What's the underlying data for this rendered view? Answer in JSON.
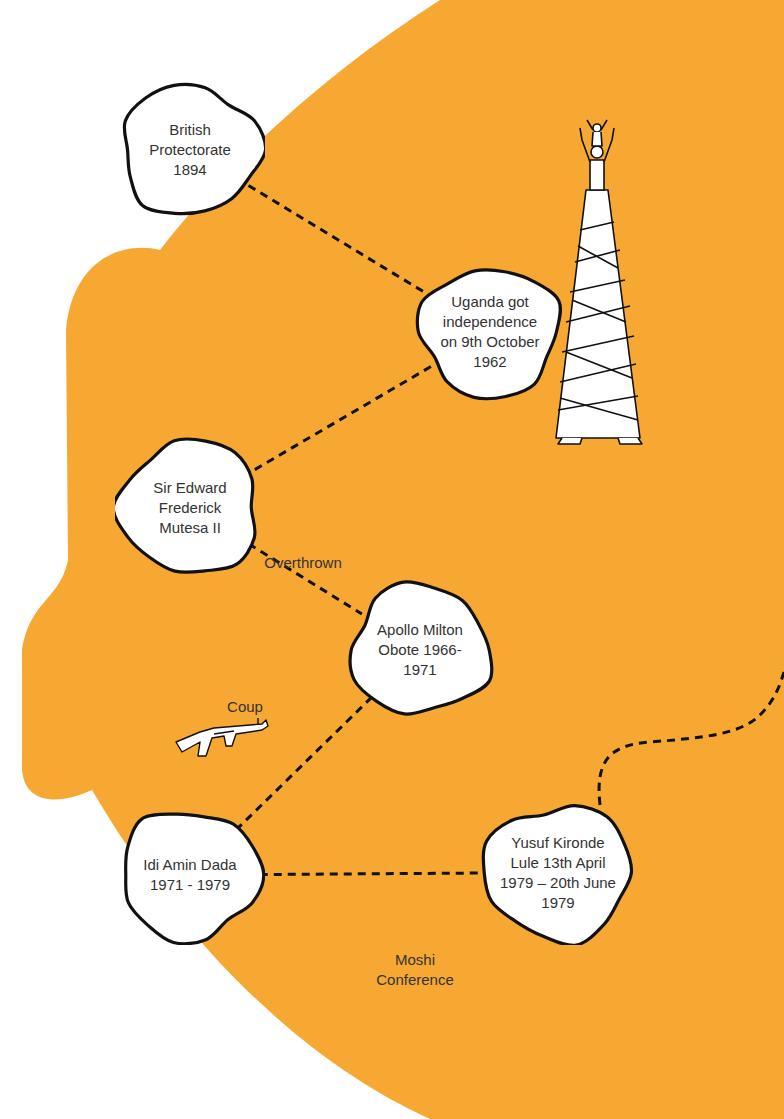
{
  "diagram": {
    "nodes": [
      {
        "text": [
          "British Protectorate 1894"
        ]
      },
      {
        "text": [
          "Uganda got independence on 9th October 1962"
        ]
      },
      {
        "text": [
          "Sir Edward Frederick Mutesa II"
        ]
      },
      {
        "text": [
          "Apollo Milton Obote 1966-1971"
        ]
      },
      {
        "text": [
          "Idi Amin Dada 1971 - 1979"
        ]
      },
      {
        "text": [
          "Yusuf Kironde Lule 13th April 1979 – 20th June 1979"
        ]
      }
    ],
    "edges": [
      {
        "from": 0,
        "to": 1,
        "arrow": "none"
      },
      {
        "from": 1,
        "to": 2,
        "arrow": "none"
      },
      {
        "from": 2,
        "to": 3,
        "label": "Overthrown",
        "arrow": "none"
      },
      {
        "from": 3,
        "to": 4,
        "label": "Coup",
        "arrow": "none"
      },
      {
        "from": 4,
        "to": 5,
        "label": "Moshi Conference",
        "arrow": "none"
      }
    ]
  }
}
